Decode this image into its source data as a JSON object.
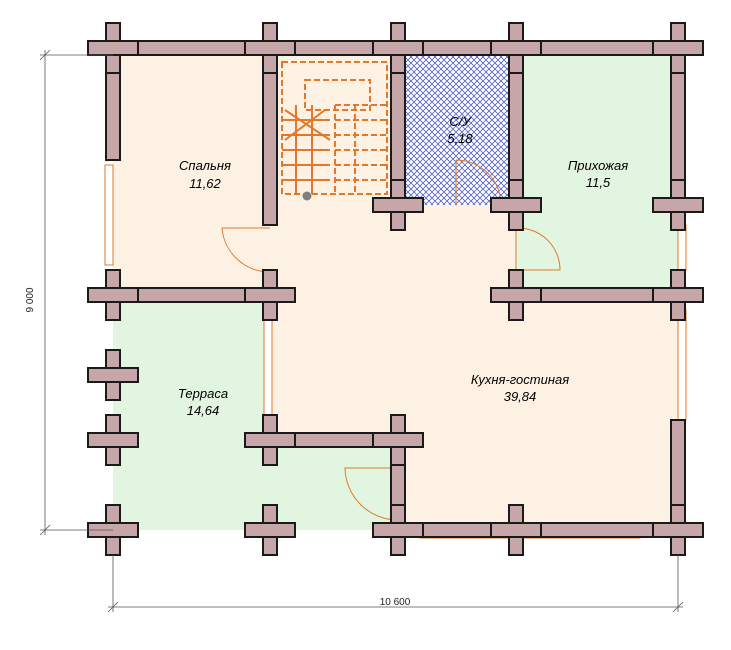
{
  "rooms": {
    "bedroom": {
      "name": "Спальня",
      "area": "11,62"
    },
    "bathroom": {
      "name": "С/У",
      "area": "5,18"
    },
    "hallway": {
      "name": "Прихожая",
      "area": "11,5"
    },
    "terrace": {
      "name": "Терраса",
      "area": "14,64"
    },
    "kitchen_living": {
      "name": "Кухня-гостиная",
      "area": "39,84"
    }
  },
  "dimensions": {
    "width": "10 600",
    "height": "9 000"
  },
  "colors": {
    "wall_fill": "#c6a6a8",
    "warm_room": "#fdf1e4",
    "green_room": "#e2f5e0",
    "bathroom_hatch": "#4a58b6",
    "accent_orange": "#e07a2a"
  }
}
